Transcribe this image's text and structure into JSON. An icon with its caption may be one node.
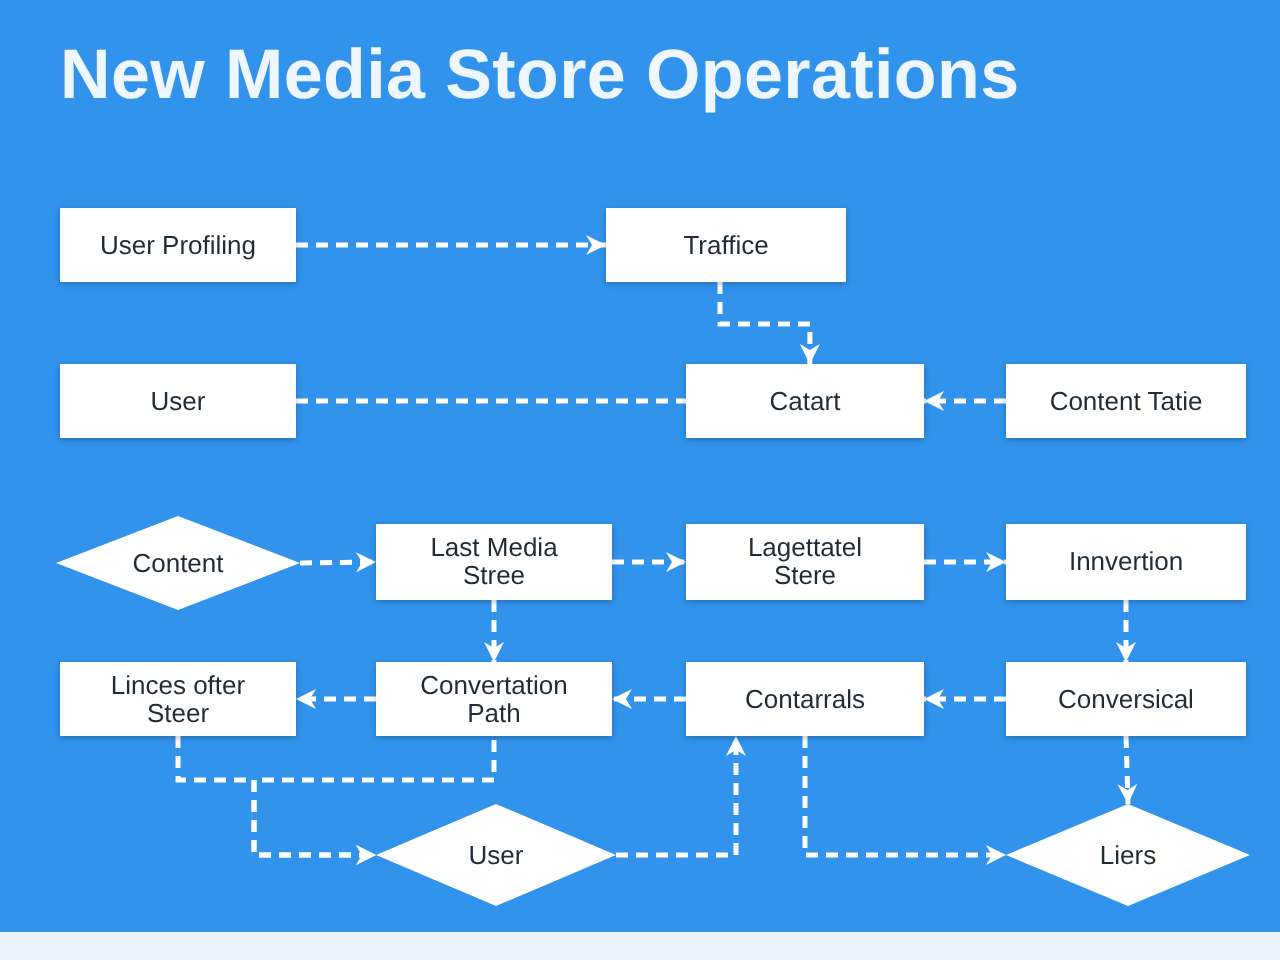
{
  "diagram": {
    "title": "New Media Store Operations",
    "nodes": [
      {
        "text": [
          "User Profiling"
        ]
      },
      {
        "text": [
          "Traffice"
        ]
      },
      {
        "text": [
          "User"
        ]
      },
      {
        "text": [
          "Catart"
        ]
      },
      {
        "text": [
          "Content Tatie"
        ]
      },
      {
        "text": [
          "Content"
        ]
      },
      {
        "text": [
          "Last Media Stree"
        ]
      },
      {
        "text": [
          "Lagettatel Stere"
        ]
      },
      {
        "text": [
          "Innvertion"
        ]
      },
      {
        "text": [
          "Linces ofter Steer"
        ]
      },
      {
        "text": [
          "Convertation Path"
        ]
      },
      {
        "text": [
          "Contarrals"
        ]
      },
      {
        "text": [
          "Conversical"
        ]
      },
      {
        "text": [
          "User"
        ]
      },
      {
        "text": [
          "Liers"
        ]
      }
    ],
    "edges": [
      {
        "from": 0,
        "to": 1,
        "arrow": "to"
      },
      {
        "from": 1,
        "to": 3,
        "arrow": "to"
      },
      {
        "from": 2,
        "to": 3,
        "arrow": "none"
      },
      {
        "from": 4,
        "to": 3,
        "arrow": "to"
      },
      {
        "from": 5,
        "to": 6,
        "arrow": "to"
      },
      {
        "from": 6,
        "to": 7,
        "arrow": "to"
      },
      {
        "from": 7,
        "to": 8,
        "arrow": "to"
      },
      {
        "from": 6,
        "to": 10,
        "arrow": "to"
      },
      {
        "from": 8,
        "to": 12,
        "arrow": "to"
      },
      {
        "from": 12,
        "to": 11,
        "arrow": "to"
      },
      {
        "from": 11,
        "to": 10,
        "arrow": "to"
      },
      {
        "from": 10,
        "to": 9,
        "arrow": "to"
      },
      {
        "from": 9,
        "to": 13,
        "arrow": "to"
      },
      {
        "from": 10,
        "to": 13,
        "arrow": "to"
      },
      {
        "from": 13,
        "to": 11,
        "arrow": "to"
      },
      {
        "from": 11,
        "to": 14,
        "arrow": "to"
      },
      {
        "from": 12,
        "to": 14,
        "arrow": "to"
      }
    ]
  }
}
